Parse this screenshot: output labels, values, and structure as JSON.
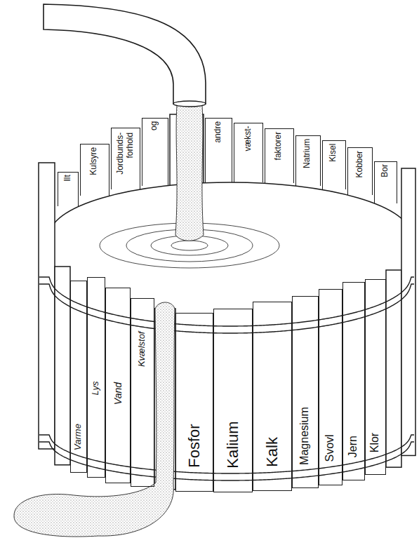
{
  "diagram": {
    "nodes": [
      {
        "text": [
          "Ilt"
        ]
      },
      {
        "text": [
          "Kulsyre"
        ]
      },
      {
        "text": [
          "Jordbunds- forhold"
        ]
      },
      {
        "text": [
          "og"
        ]
      },
      {
        "text": [
          "andre"
        ]
      },
      {
        "text": [
          "vækst-"
        ]
      },
      {
        "text": [
          "faktorer"
        ]
      },
      {
        "text": [
          "Natrium"
        ]
      },
      {
        "text": [
          "Kisel"
        ]
      },
      {
        "text": [
          "Kobber"
        ]
      },
      {
        "text": [
          "Bor"
        ]
      },
      {
        "text": [
          "Varme"
        ]
      },
      {
        "text": [
          "Lys"
        ]
      },
      {
        "text": [
          "Vand"
        ]
      },
      {
        "text": [
          "Kvælstof"
        ]
      },
      {
        "text": [
          "Fosfor"
        ]
      },
      {
        "text": [
          "Kalium"
        ]
      },
      {
        "text": [
          "Kalk"
        ]
      },
      {
        "text": [
          "Magnesium"
        ]
      },
      {
        "text": [
          "Svovl"
        ]
      },
      {
        "text": [
          "Jern"
        ]
      },
      {
        "text": [
          "Klor"
        ]
      }
    ]
  }
}
